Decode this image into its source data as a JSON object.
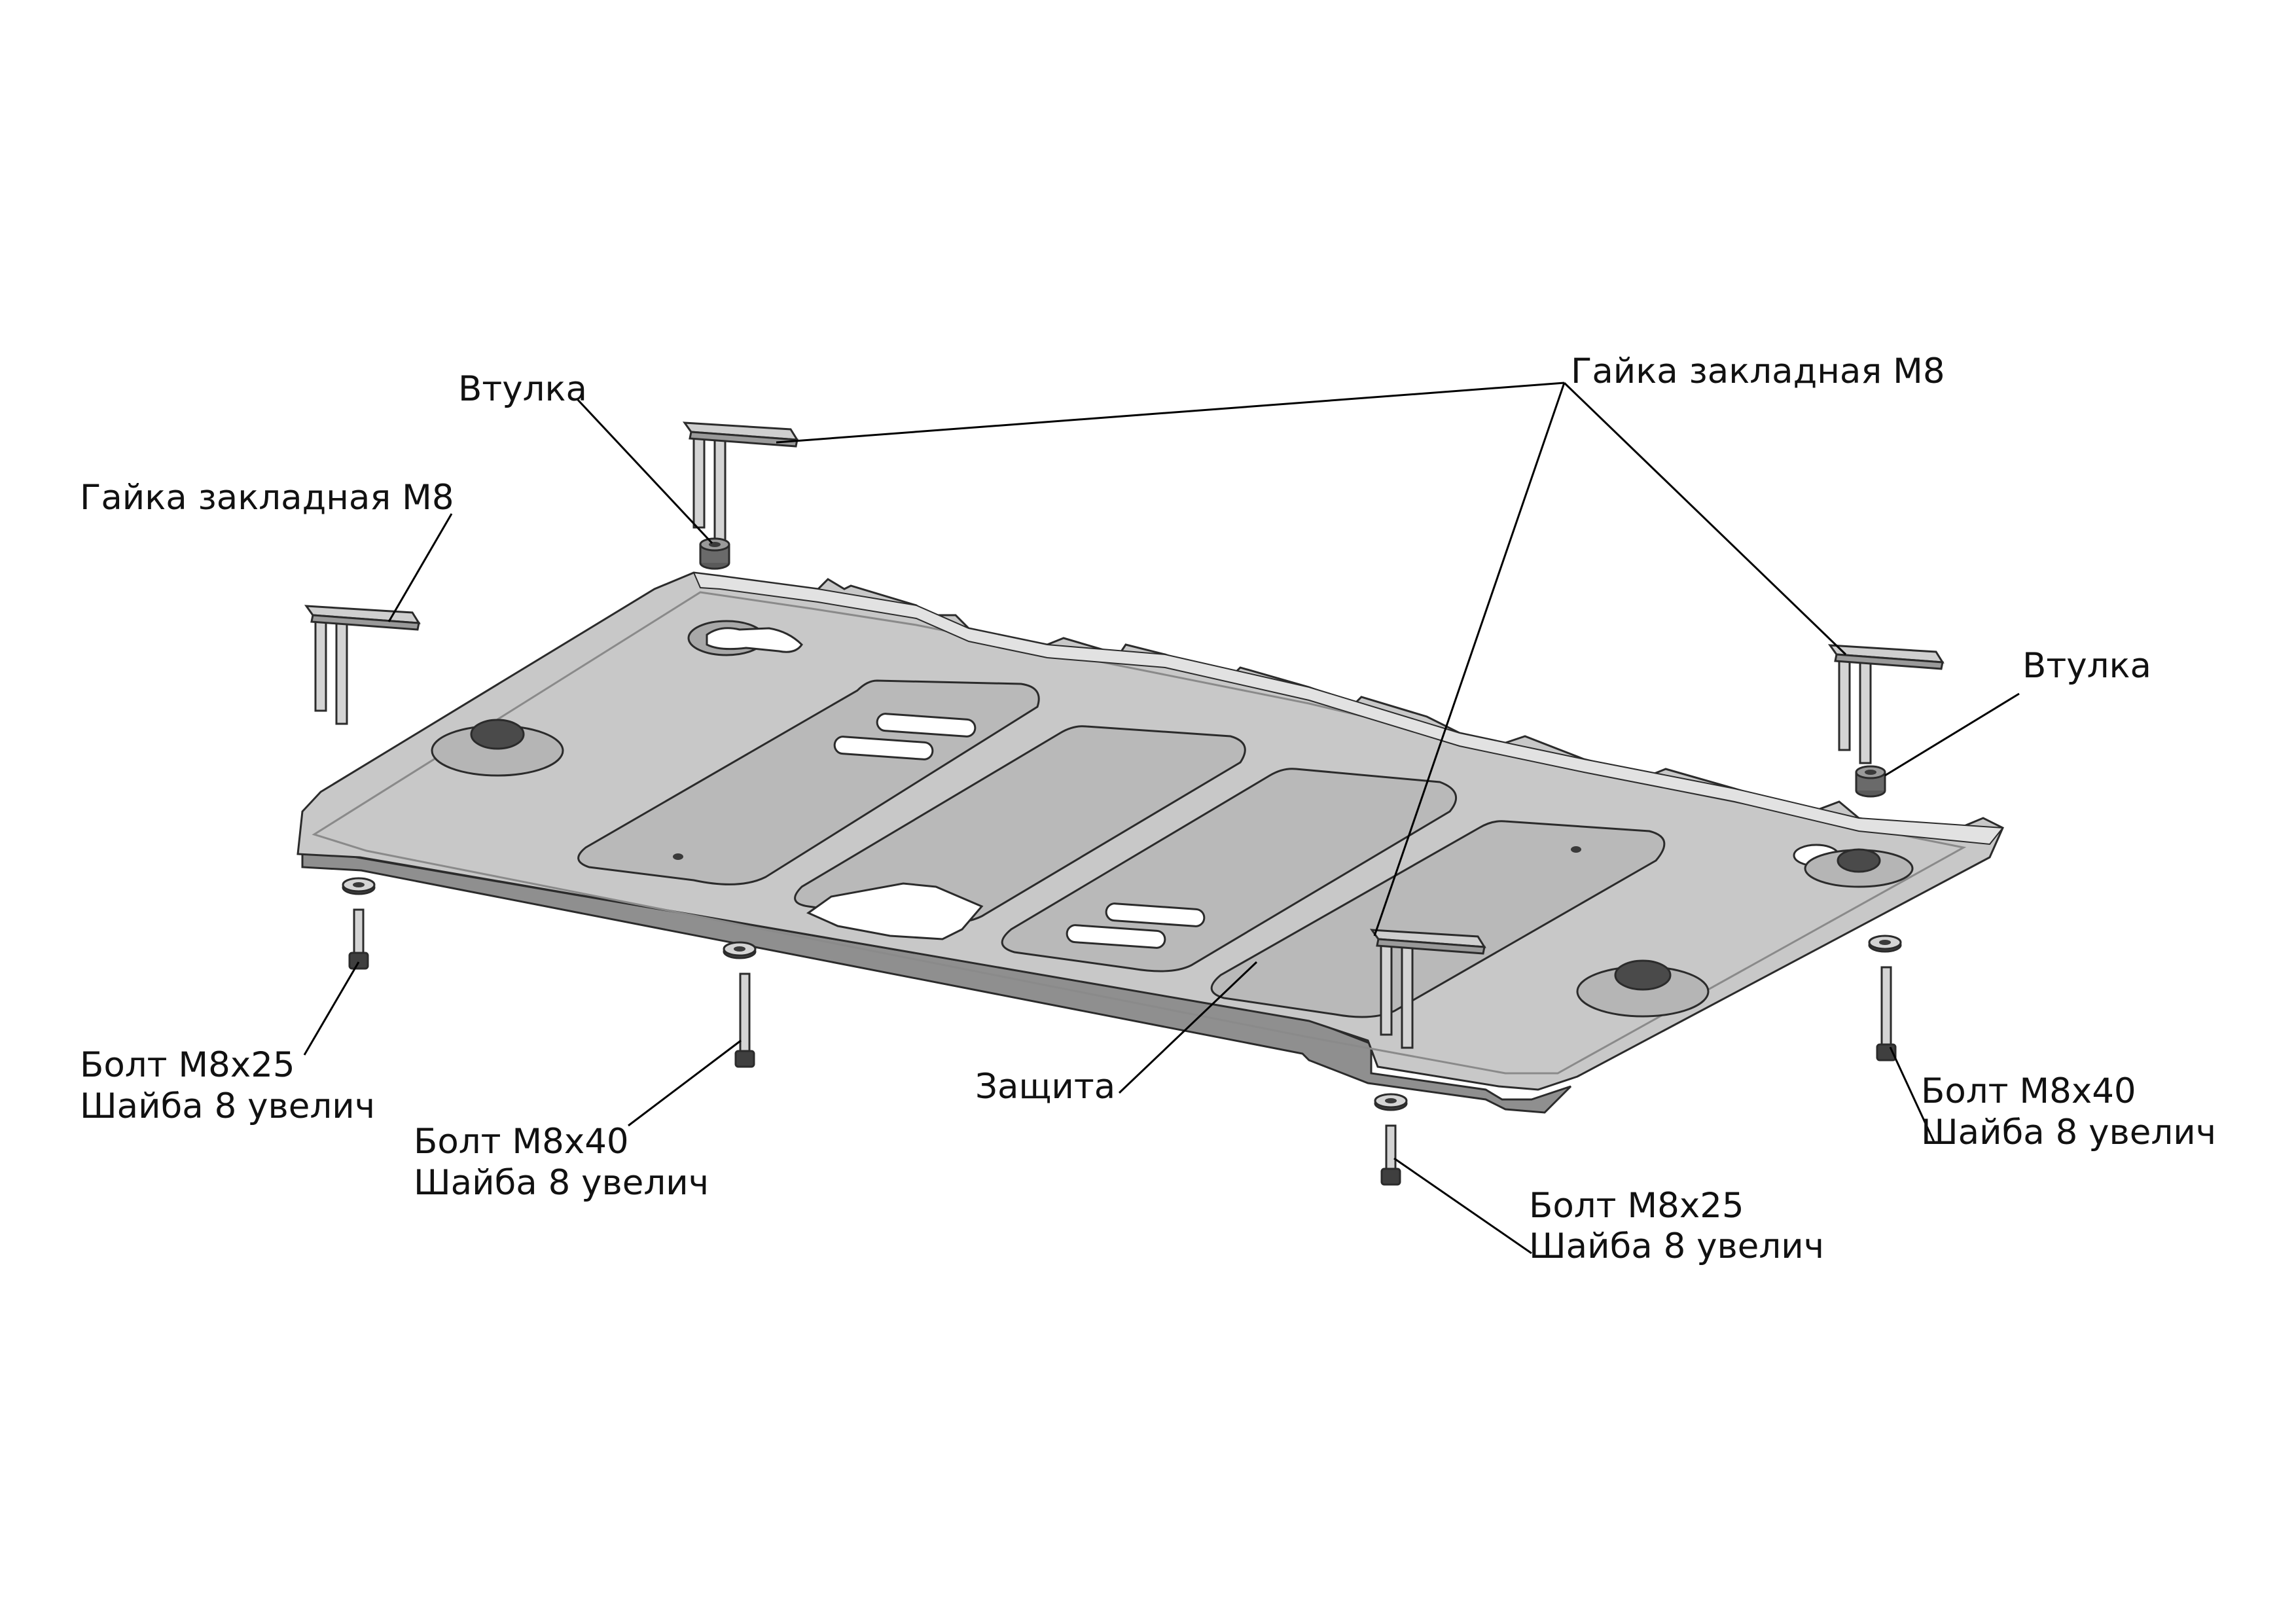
{
  "colors": {
    "background": "#ffffff",
    "plate": "#c8c8c8",
    "plate_edge": "#a6a6a6",
    "plate_side": "#8f8f8f",
    "recess": "#b9b9b9",
    "outline": "#2b2b2b",
    "hardware": "#d4d4d4",
    "dark_part": "#4a4a4a",
    "text": "#111111"
  },
  "labels": {
    "vtulka_left": "Втулка",
    "gayka_left": "Гайка закладная М8",
    "gayka_top": "Гайка закладная М8",
    "vtulka_right": "Втулка",
    "bolt_m8x25_left_line1": "Болт М8х25",
    "bolt_m8x25_left_line2": "Шайба 8 увелич",
    "bolt_m8x40_mid_line1": "Болт М8х40",
    "bolt_m8x40_mid_line2": "Шайба 8 увелич",
    "zashchita": "Защита",
    "bolt_m8x25_right_line1": "Болт М8х25",
    "bolt_m8x25_right_line2": "Шайба 8 увелич",
    "bolt_m8x40_right_line1": "Болт М8х40",
    "bolt_m8x40_right_line2": "Шайба 8 увелич"
  }
}
